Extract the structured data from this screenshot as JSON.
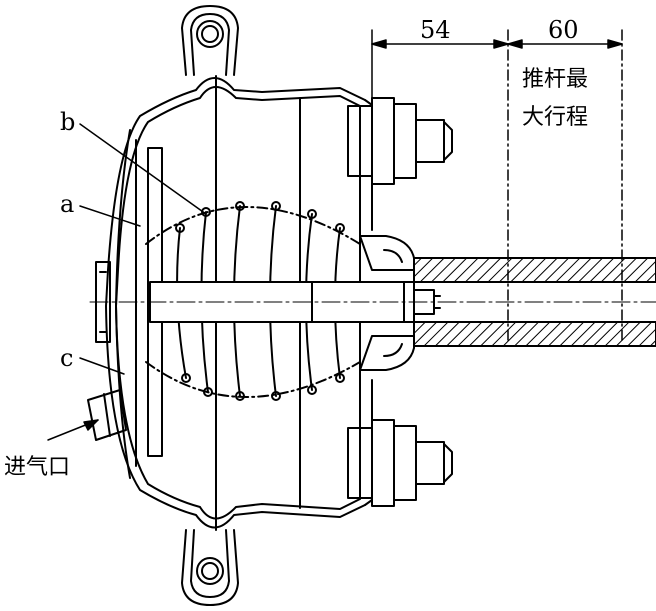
{
  "labels": {
    "a": "a",
    "b": "b",
    "c": "c",
    "inlet": "进气口",
    "dim_left": "54",
    "dim_right": "60",
    "stroke_line1": "推杆最",
    "stroke_line2": "大行程"
  },
  "colors": {
    "ink": "#000000",
    "paper": "#ffffff"
  }
}
